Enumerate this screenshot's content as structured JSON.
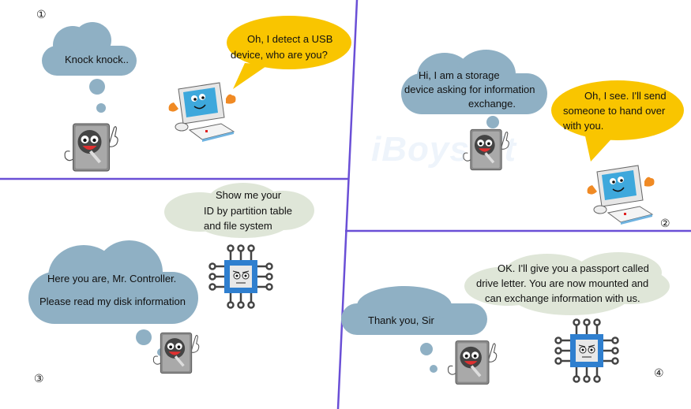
{
  "watermark": "iBoysoft",
  "colors": {
    "divider": "#6a4fd6",
    "thought_cloud": "#8fb0c4",
    "controller_cloud": "#dfe6d8",
    "speech": "#f9c500",
    "chip": "#2f7fcf"
  },
  "panels": [
    {
      "number": "①",
      "drive_thought": [
        "Knock knock.."
      ],
      "computer_speech": [
        "Oh, I detect a USB",
        "device, who are you?"
      ]
    },
    {
      "number": "②",
      "drive_thought": [
        "Hi, I am a storage",
        "device asking for information",
        "exchange."
      ],
      "computer_speech": [
        "Oh, I see. I'll send",
        "someone to hand over",
        "with you."
      ]
    },
    {
      "number": "③",
      "controller_thought": [
        "Show me your",
        "ID by partition table",
        "and file system"
      ],
      "drive_thought": [
        "Here you are, Mr. Controller.",
        "Please read my disk information"
      ]
    },
    {
      "number": "④",
      "controller_thought": [
        "OK. I'll give you a passport called",
        "drive letter. You are now mounted and",
        "can exchange information with us."
      ],
      "drive_thought": [
        "Thank you, Sir"
      ]
    }
  ]
}
